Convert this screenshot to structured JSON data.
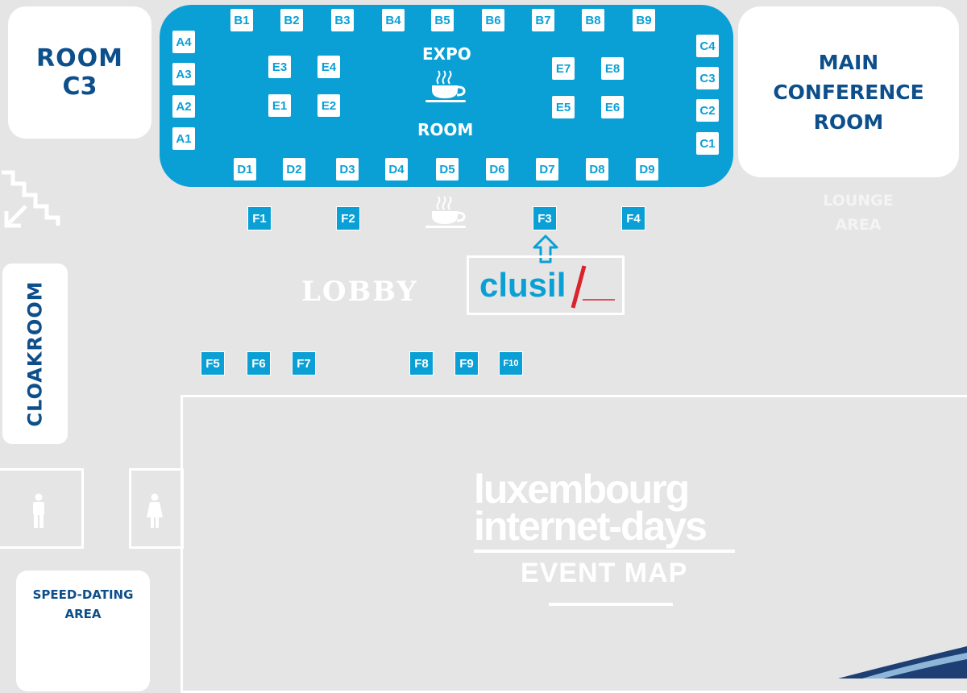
{
  "room_c3": {
    "line1": "ROOM",
    "line2": "C3"
  },
  "main_conference": {
    "line1": "MAIN",
    "line2": "CONFERENCE",
    "line3": "ROOM"
  },
  "lounge": {
    "line1": "LOUNGE",
    "line2": "AREA"
  },
  "expo": {
    "top_label": "EXPO",
    "bottom_label": "ROOM"
  },
  "booths_b": [
    "B1",
    "B2",
    "B3",
    "B4",
    "B5",
    "B6",
    "B7",
    "B8",
    "B9"
  ],
  "booths_d": [
    "D1",
    "D2",
    "D3",
    "D4",
    "D5",
    "D6",
    "D7",
    "D8",
    "D9"
  ],
  "booths_a": [
    "A4",
    "A3",
    "A2",
    "A1"
  ],
  "booths_c": [
    "C4",
    "C3",
    "C2",
    "C1"
  ],
  "booths_e": [
    "E3",
    "E4",
    "E1",
    "E2",
    "E7",
    "E8",
    "E5",
    "E6"
  ],
  "booths_f_top": [
    "F1",
    "F2",
    "F3",
    "F4"
  ],
  "booths_f_bottom": [
    "F5",
    "F6",
    "F7",
    "F8",
    "F9",
    "F10"
  ],
  "lobby": "LOBBY",
  "cloakroom": "CLOAKROOM",
  "speed_dating": {
    "line1": "SPEED-DATING",
    "line2": "AREA"
  },
  "sponsor_logo": "clusil",
  "event": {
    "line1": "luxembourg",
    "line2": "internet-days",
    "line3": "EVENT MAP"
  },
  "colors": {
    "expo_blue": "#0aa0d6",
    "dark_blue": "#0d4f8b",
    "background": "#e5e5e5",
    "accent_red": "#d9232d"
  },
  "icons": [
    "coffee-cup-icon",
    "stairs-icon",
    "male-restroom-icon",
    "female-restroom-icon",
    "up-arrow-icon"
  ]
}
